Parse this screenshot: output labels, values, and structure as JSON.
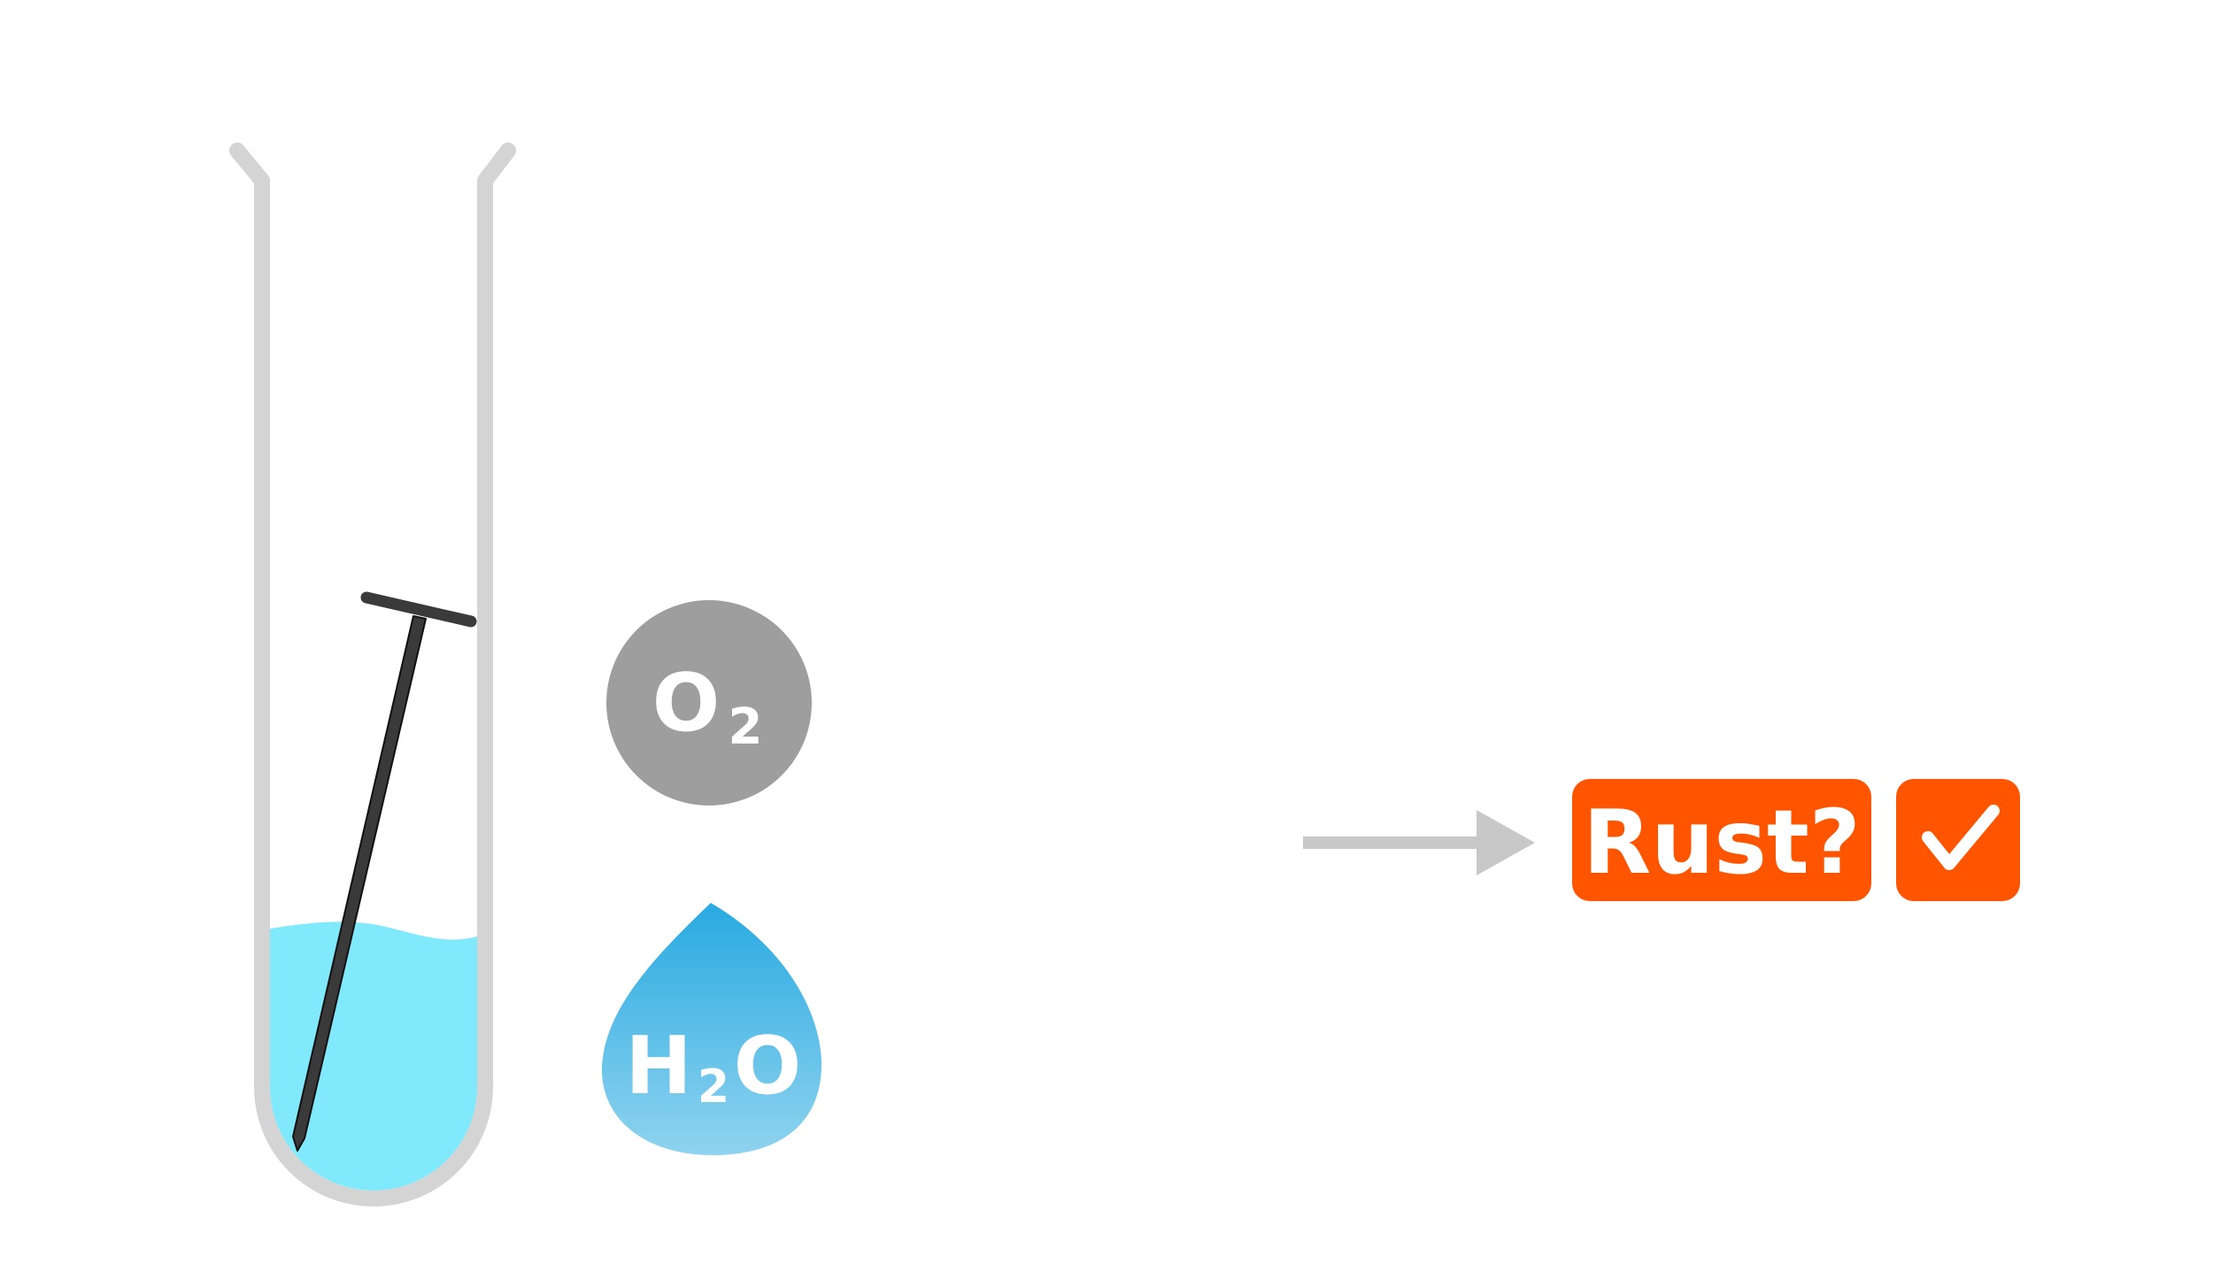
{
  "molecules": {
    "oxygen": {
      "symbol": "O",
      "subscript": "2",
      "color": "#9e9e9e"
    },
    "water": {
      "symbol_left": "H",
      "subscript": "2",
      "symbol_right": "O",
      "color_top": "#29aae1",
      "color_bottom": "#8fd3ef"
    }
  },
  "test_tube": {
    "glass_color": "#d4d4d4",
    "liquid_color": "#80e9fb",
    "nail_color": "#3a3a3a"
  },
  "arrow": {
    "color": "#c8c8c8"
  },
  "result": {
    "question": "Rust?",
    "answer_icon": "checkmark-icon",
    "color": "#ff5500"
  }
}
